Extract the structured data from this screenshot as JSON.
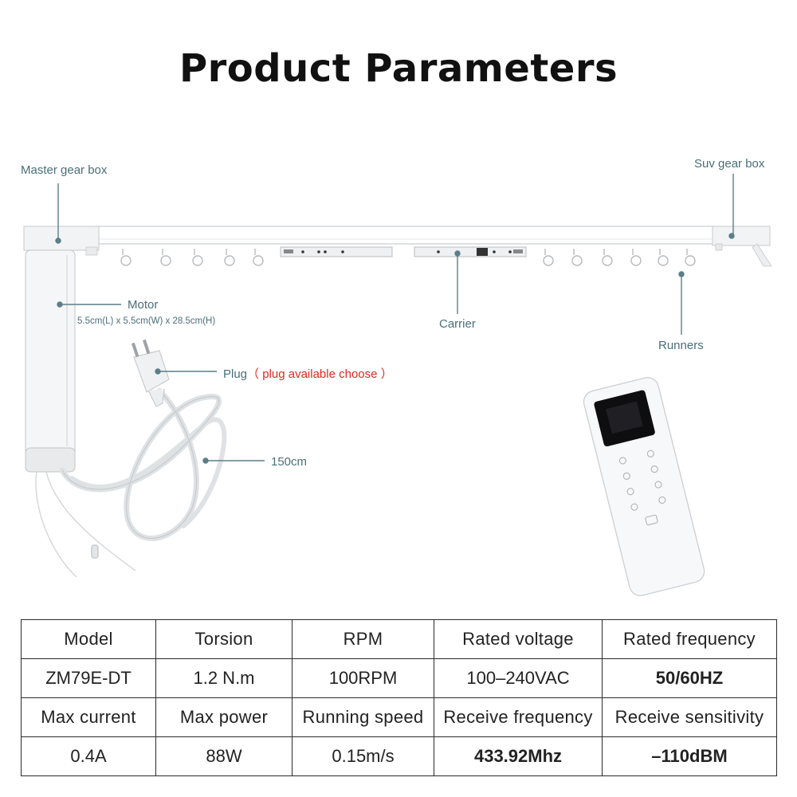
{
  "title": "Product Parameters",
  "labels": {
    "master_gear_box": "Master gear box",
    "suv_gear_box": "Suv gear box",
    "motor": "Motor",
    "motor_dims": "5.5cm(L) x 5.5cm(W) x 28.5cm(H)",
    "carrier": "Carrier",
    "runners": "Runners",
    "plug": "Plug",
    "plug_note": "（ plug available  choose ）",
    "cable_length": "150cm"
  },
  "colors": {
    "label_text": "#4a6f78",
    "plug_note": "#e0281f",
    "leader_line": "#5a7f88"
  },
  "table": {
    "rows": [
      [
        "Model",
        "Torsion",
        "RPM",
        "Rated voltage",
        "Rated frequency"
      ],
      [
        "ZM79E-DT",
        "1.2 N.m",
        "100RPM",
        "100–240VAC",
        "50/60HZ"
      ],
      [
        "Max current",
        "Max power",
        "Running speed",
        "Receive frequency",
        "Receive sensitivity"
      ],
      [
        "0.4A",
        "88W",
        "0.15m/s",
        "433.92Mhz",
        "–110dBM"
      ]
    ]
  }
}
